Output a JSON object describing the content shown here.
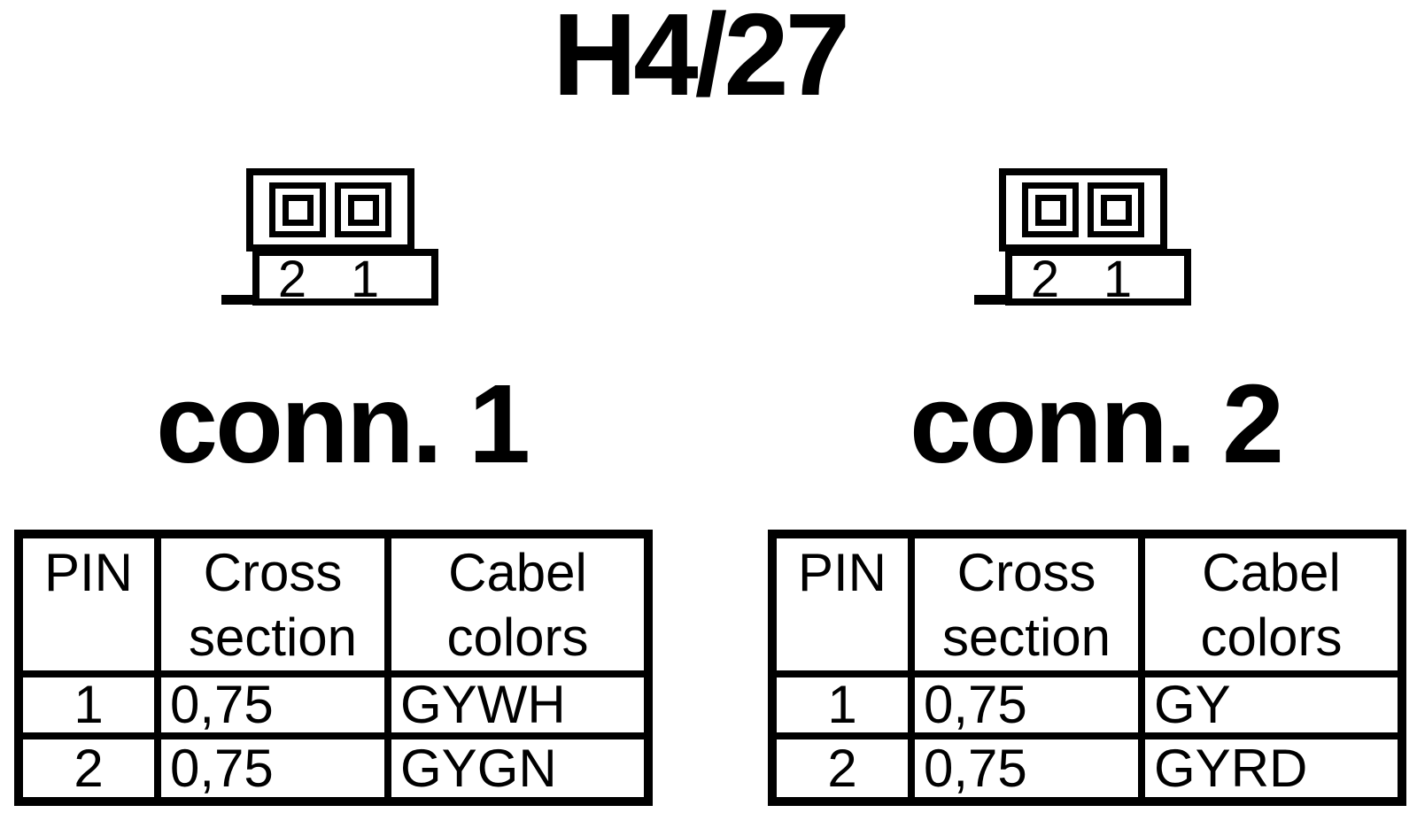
{
  "title": "H4/27",
  "colors": {
    "ink": "#000000",
    "paper": "#ffffff"
  },
  "connectors": [
    {
      "label": "conn. 1",
      "pin_labels": [
        "2",
        "1"
      ],
      "table": {
        "headers": [
          "PIN",
          "Cross section",
          "Cabel colors"
        ],
        "rows": [
          {
            "pin": "1",
            "cross_section": "0,75",
            "cable_color": "GYWH"
          },
          {
            "pin": "2",
            "cross_section": "0,75",
            "cable_color": "GYGN"
          }
        ]
      }
    },
    {
      "label": "conn. 2",
      "pin_labels": [
        "2",
        "1"
      ],
      "table": {
        "headers": [
          "PIN",
          "Cross section",
          "Cabel colors"
        ],
        "rows": [
          {
            "pin": "1",
            "cross_section": "0,75",
            "cable_color": "GY"
          },
          {
            "pin": "2",
            "cross_section": "0,75",
            "cable_color": "GYRD"
          }
        ]
      }
    }
  ]
}
